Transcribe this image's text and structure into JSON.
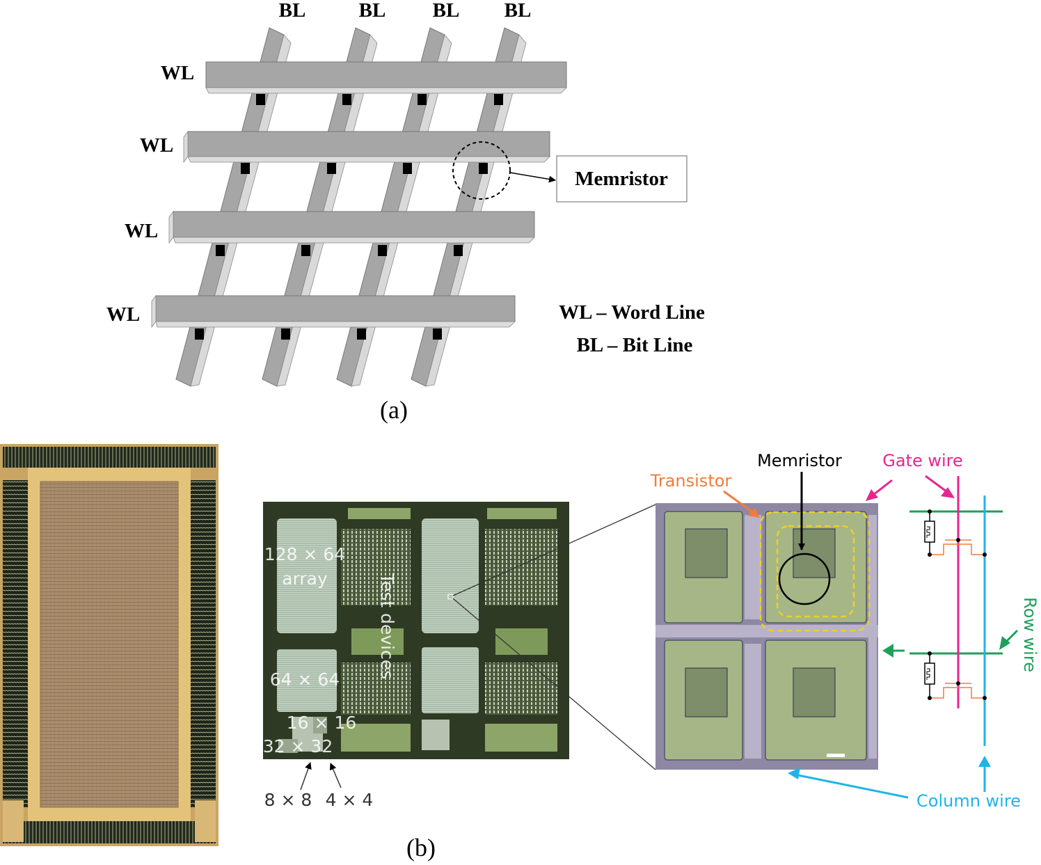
{
  "panel_a": {
    "bl_labels": [
      "BL",
      "BL",
      "BL",
      "BL"
    ],
    "wl_labels": [
      "WL",
      "WL",
      "WL",
      "WL"
    ],
    "memristor_callout": "Memristor",
    "legend": [
      "WL – Word Line",
      "BL – Bit Line"
    ],
    "caption": "(a)"
  },
  "panel_b": {
    "caption": "(b)",
    "chip_labels": {
      "array_128_line1": "128 × 64",
      "array_128_line2": "array",
      "test_devices": "Test devices",
      "array_64": "64 × 64",
      "array_16": "16 × 16",
      "array_32": "32 × 32",
      "array_8": "8 × 8",
      "array_4": "4 × 4"
    },
    "cell_labels": {
      "memristor": "Memristor",
      "transistor": "Transistor",
      "gate_wire": "Gate wire",
      "row_wire": "Row wire",
      "column_wire": "Column wire"
    },
    "colors": {
      "memristor": "#000000",
      "transistor": "#f07c3c",
      "gate_wire": "#e8268e",
      "row_wire": "#1fa05a",
      "column_wire": "#1fb4e8",
      "dashed_outline": "#f0d020"
    }
  }
}
